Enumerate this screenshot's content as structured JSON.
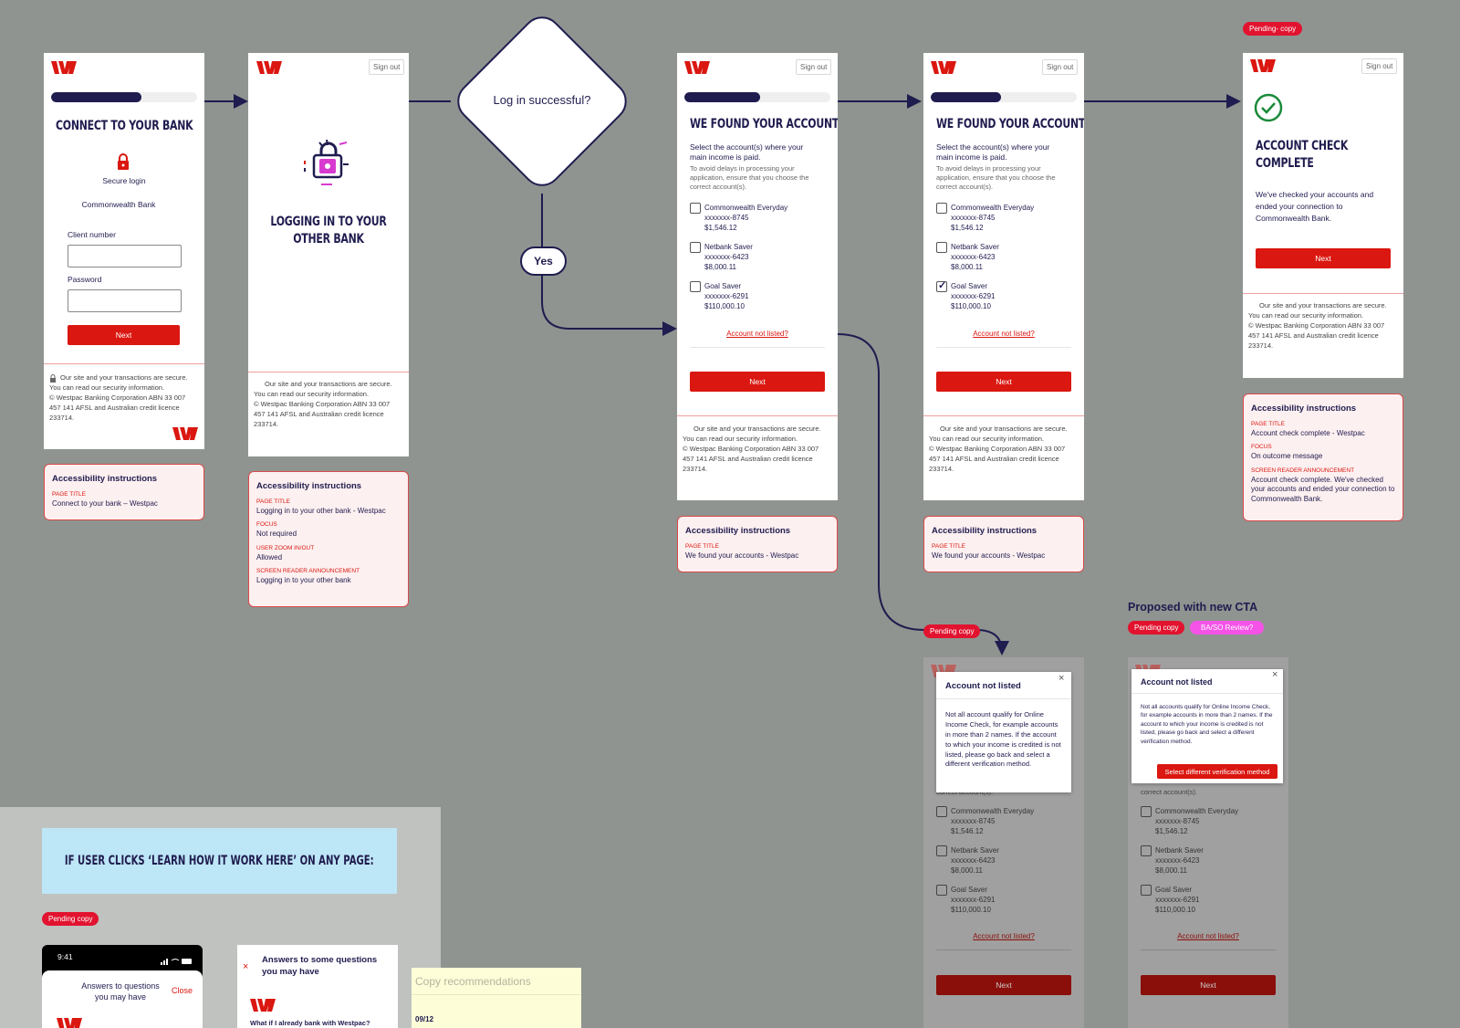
{
  "brand": {
    "red": "#da1710",
    "navy": "#1f1c4f",
    "canvas": "#8f9490",
    "badge_red": "#e2132f",
    "badge_pink": "#f553e8"
  },
  "common": {
    "sign_out": "Sign out",
    "next": "Next",
    "footer_lines": [
      "Our site and your transactions are secure.",
      "You can read our security information.",
      "© Westpac Banking Corporation ABN 33 007",
      "457 141 AFSL and Australian credit licence",
      "233714."
    ],
    "a11y_title": "Accessibility instructions",
    "page_title_label": "PAGE TITLE",
    "focus_label": "FOCUS",
    "zoom_label": "USER ZOOM IN/OUT",
    "sr_label": "SCREEN READER ANNOUNCEMENT"
  },
  "screen1": {
    "progress": 0.62,
    "title": "CONNECT TO YOUR BANK",
    "secure": "Secure login",
    "bank": "Commonwealth Bank",
    "client_label": "Client number",
    "password_label": "Password",
    "a11y_page_title": "Connect to your bank – Westpac"
  },
  "screen2": {
    "title_line1": "LOGGING IN TO YOUR",
    "title_line2": "OTHER BANK",
    "a11y_page_title": "Logging in to your other bank - Westpac",
    "a11y_focus": "Not required",
    "a11y_zoom": "Allowed",
    "a11y_sr": "Logging in to your other bank"
  },
  "decision": {
    "question": "Log in successful?",
    "yes": "Yes"
  },
  "accounts_screen": {
    "title": "WE FOUND YOUR ACCOUNTS",
    "intro_line1": "Select the account(s) where your",
    "intro_line2": "main income is paid.",
    "hint_lines": [
      "To avoid delays in processing your",
      "application, ensure that you choose the",
      "correct account(s)."
    ],
    "accounts": [
      {
        "name": "Commonwealth Everyday",
        "number": "xxxxxxx-8745",
        "balance": "$1,546.12"
      },
      {
        "name": "Netbank Saver",
        "number": "xxxxxxx-6423",
        "balance": "$8,000.11"
      },
      {
        "name": "Goal Saver",
        "number": "xxxxxxx-6291",
        "balance": "$110,000.10"
      }
    ],
    "not_listed": "Account not listed?",
    "a11y_page_title": "We found your accounts - Westpac",
    "screen3_progress": 0.52,
    "screen4_progress": 0.48
  },
  "screen5": {
    "badge": "Pending- copy",
    "title_line1": "ACCOUNT CHECK",
    "title_line2": "COMPLETE",
    "body_lines": [
      "We've checked your accounts and",
      "ended your connection to",
      "Commonwealth Bank."
    ],
    "a11y_page_title": "Account check complete - Westpac",
    "a11y_focus": "On outcome message",
    "a11y_sr": "Account check complete. We've checked your accounts and ended your connection to Commonwealth Bank."
  },
  "modal_current": {
    "badge": "Pending copy",
    "title": "Account not listed",
    "body": "Not all account qualify for Online Income Check, for example accounts in more than 2 names. If the account to which your income is credited is not listed, please go back and select a different verification method.",
    "behind_hint": "correct account(s)."
  },
  "modal_proposed": {
    "heading": "Proposed with new CTA",
    "badge1": "Pending copy",
    "badge2": "BA/SO Review?",
    "title": "Account not listed",
    "body": "Not all accounts qualify for Online Income Check, for example accounts in more than 2 names. If the account to which your income is credited is not listed, please go back and select a different verification method.",
    "cta": "Select different verification method",
    "behind_hint": "correct account(s)."
  },
  "learn_section": {
    "banner": "IF USER CLICKS ‘LEARN HOW IT WORK HERE’ ON ANY PAGE:",
    "badge": "Pending copy",
    "phone_time": "9:41",
    "phone_title_line1": "Answers to questions",
    "phone_title_line2": "you may have",
    "close": "Close",
    "faq_title_line1": "Answers to some questions",
    "faq_title_line2": "you may have",
    "faq_question": "What if I already bank with Westpac?",
    "note_title": "Copy recommendations",
    "note_date": "09/12"
  }
}
